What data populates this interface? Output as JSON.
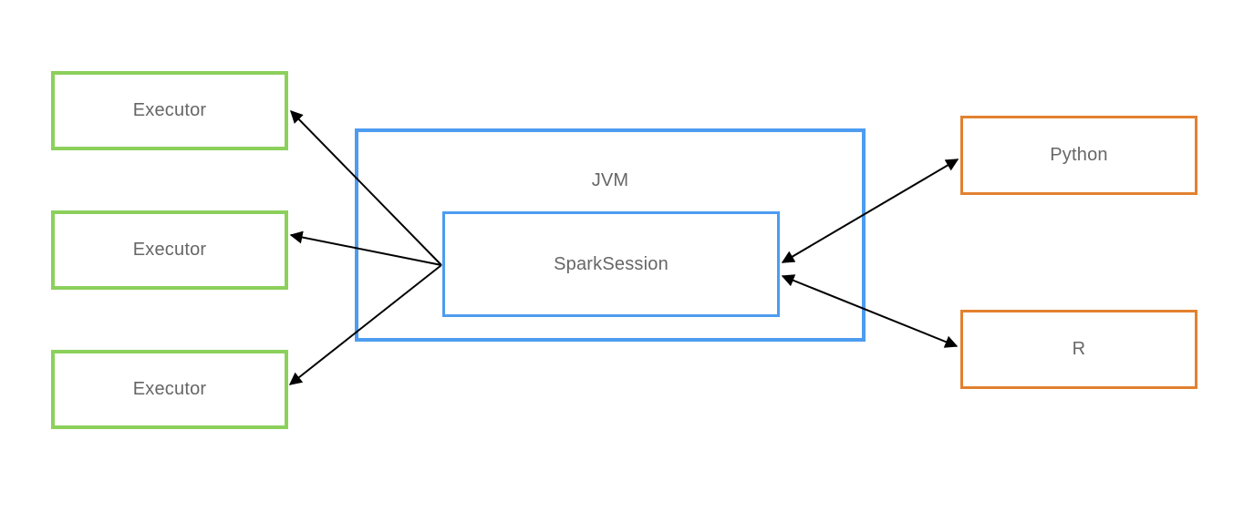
{
  "diagram": {
    "nodes": {
      "executor_1": {
        "label": "Executor"
      },
      "executor_2": {
        "label": "Executor"
      },
      "executor_3": {
        "label": "Executor"
      },
      "jvm": {
        "label": "JVM"
      },
      "spark_session": {
        "label": "SparkSession"
      },
      "python": {
        "label": "Python"
      },
      "r": {
        "label": "R"
      }
    },
    "edges": [
      {
        "from": "spark_session",
        "to": "executor_1",
        "arrows": "to"
      },
      {
        "from": "spark_session",
        "to": "executor_2",
        "arrows": "to"
      },
      {
        "from": "spark_session",
        "to": "executor_3",
        "arrows": "to"
      },
      {
        "from": "spark_session",
        "to": "python",
        "arrows": "both"
      },
      {
        "from": "spark_session",
        "to": "r",
        "arrows": "both"
      }
    ],
    "colors": {
      "executor_border": "#8CD05C",
      "jvm_border": "#4D9CF0",
      "spark_session_border": "#4D9CF0",
      "language_border": "#E2812F",
      "label_text": "#666666",
      "arrow": "#000000",
      "background": "#FFFFFF"
    }
  }
}
